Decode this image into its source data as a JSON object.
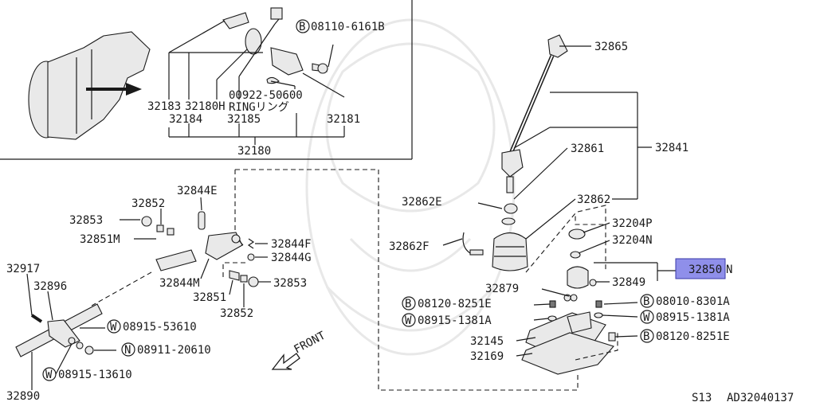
{
  "colors": {
    "line": "#1a1a1a",
    "highlight": "#8f8fea",
    "highlight_border": "#3a3aa8",
    "watermark": "#e8e8e8"
  },
  "footer": {
    "code": "S13",
    "ref": "AD32040137"
  },
  "inset": {
    "c1": "08110-6161B",
    "ring": "00922-50600",
    "ring_label": "RINGリング",
    "p1": "32183",
    "p2": "32180H",
    "p3": "32184",
    "p4": "32185",
    "p5": "32181",
    "p6": "32180"
  },
  "upper": {
    "knob": "32865",
    "boot": "32861",
    "group": "32841",
    "lever": "32862",
    "clip": "32862E",
    "spring": "32862F"
  },
  "right": {
    "p1": "32204P",
    "p2": "32204N",
    "selected": "32850",
    "selected_suffix": "N",
    "p3": "32849",
    "p4": "32879",
    "b1": "08120-8251E",
    "w1": "08915-1381A",
    "b2": "08010-8301A",
    "w2": "08915-1381A",
    "p5": "32145",
    "p6": "32169",
    "b3": "08120-8251E"
  },
  "left": {
    "p1": "32844E",
    "p2": "32852",
    "p3": "32853",
    "p4": "32851M",
    "p5": "32844F",
    "p6": "32844G",
    "p7": "32844M",
    "p8": "32853",
    "p9": "32851",
    "p10": "32852",
    "p11": "32917",
    "p12": "32896",
    "w1": "08915-53610",
    "n1": "08911-20610",
    "w2": "08915-13610",
    "p13": "32890"
  },
  "direction": "FRONT",
  "markers": {
    "bolt": "B",
    "washer": "W",
    "nut": "N"
  }
}
